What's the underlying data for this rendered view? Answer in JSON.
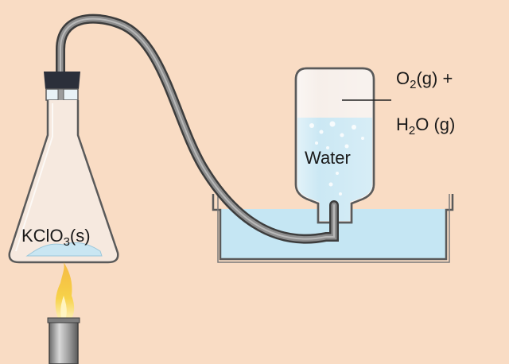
{
  "labels": {
    "flask_contents": {
      "main": "KClO",
      "sub": "3",
      "tail": "(s)"
    },
    "bottle_contents": "Water",
    "gas_line1": {
      "main": "O",
      "sub": "2",
      "tail": "(g) +"
    },
    "gas_line2": {
      "main": "H",
      "sub": "2",
      "tail": "O (g)"
    }
  },
  "colors": {
    "background": "#f9dcc4",
    "glass_outline": "#5a5a5a",
    "water": "#bfe3f0",
    "tube": "#5b5b5b",
    "stopper": "#2b2f3a",
    "flame": "#f4c430",
    "solid": "#c9e6f2"
  },
  "icons": [
    "erlenmeyer-flask-icon",
    "rubber-stopper-icon",
    "delivery-tube-icon",
    "bunsen-burner-icon",
    "flame-icon",
    "collection-bottle-icon",
    "water-trough-icon",
    "gas-bubbles-icon"
  ]
}
